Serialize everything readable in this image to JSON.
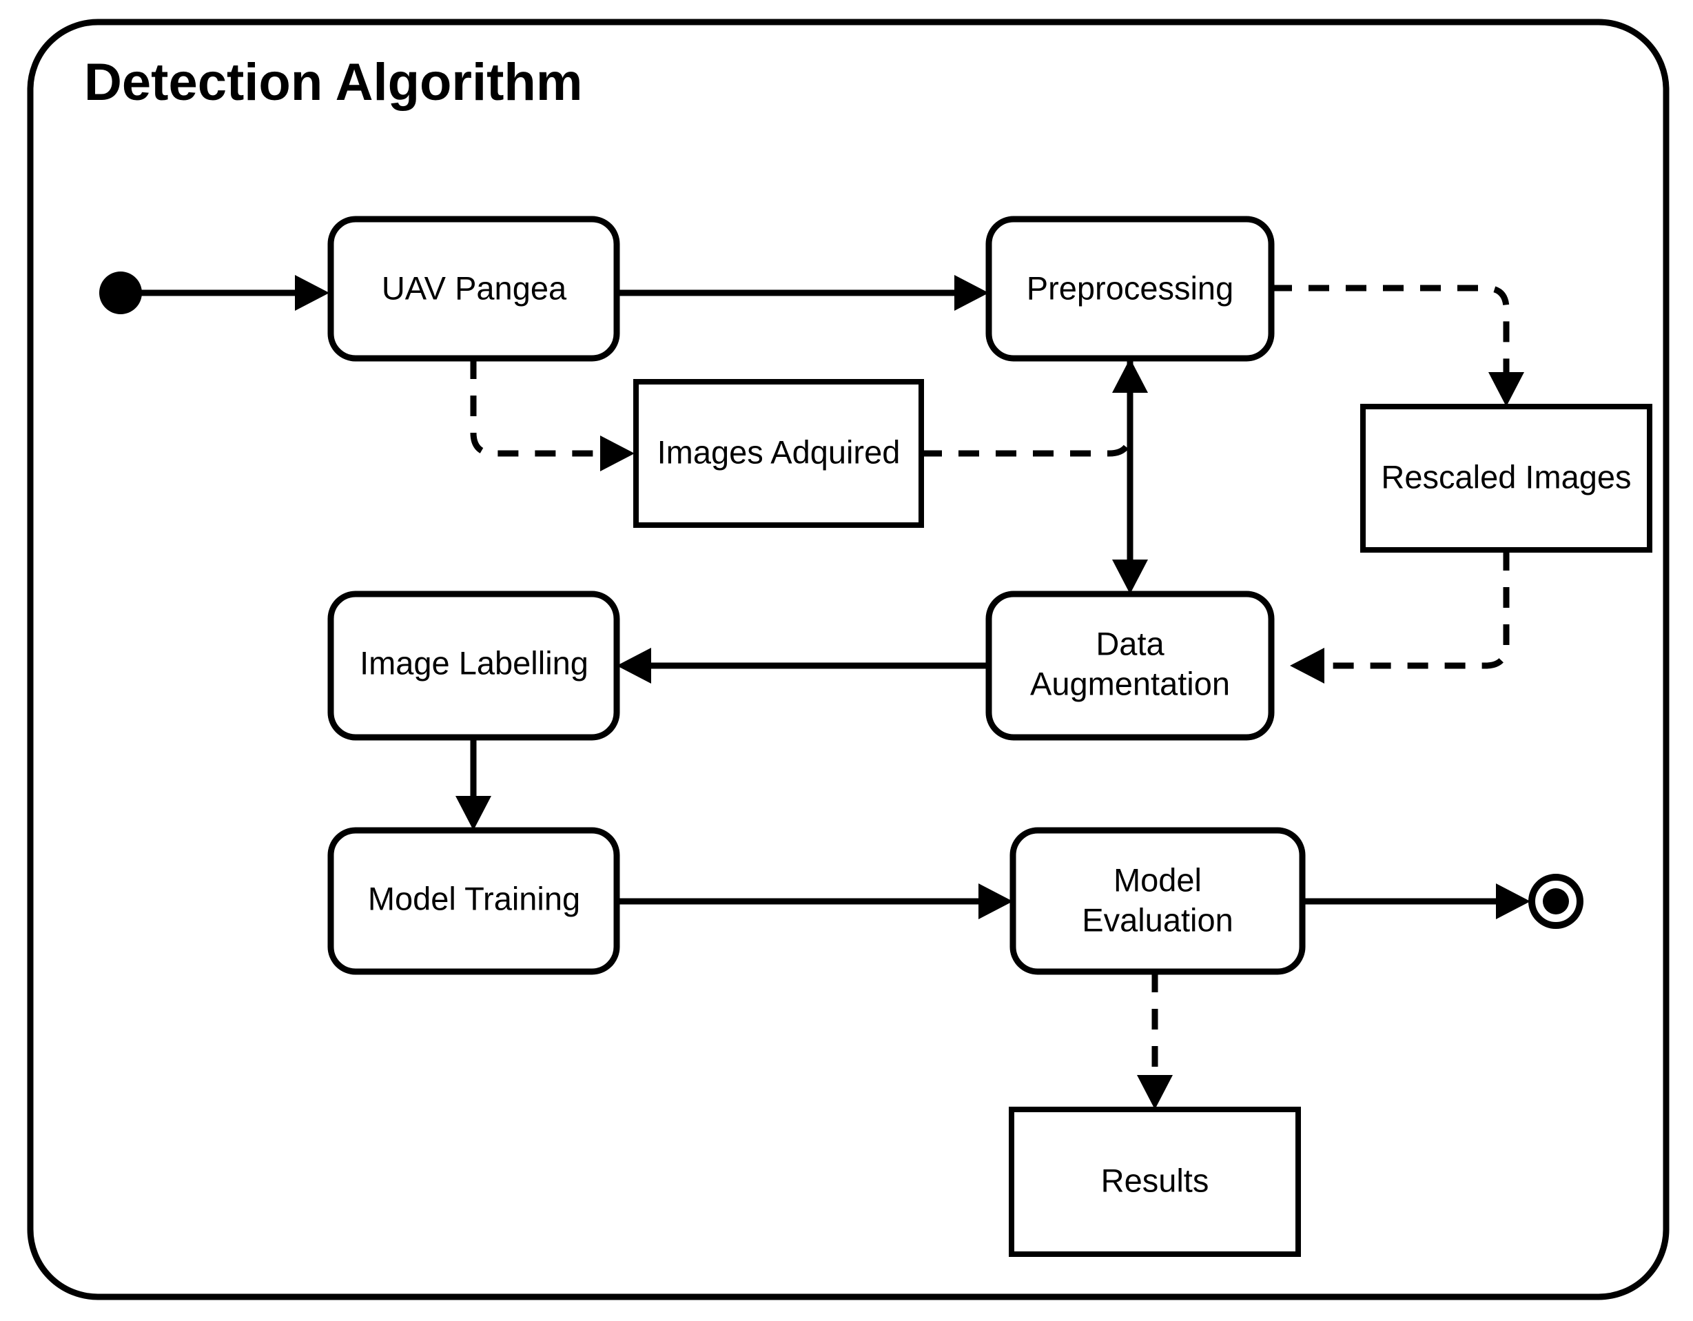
{
  "diagram": {
    "title": "Detection Algorithm",
    "type": "uml-activity-diagram",
    "background_color": "#ffffff",
    "line_color": "#000000",
    "nodes": [
      {
        "id": "start",
        "kind": "initial-node",
        "label": ""
      },
      {
        "id": "uav-pangea",
        "kind": "activity",
        "label": "UAV Pangea"
      },
      {
        "id": "preprocessing",
        "kind": "activity",
        "label": "Preprocessing"
      },
      {
        "id": "images-adquired",
        "kind": "object-node",
        "label": "Images Adquired"
      },
      {
        "id": "rescaled-images",
        "kind": "object-node",
        "label": "Rescaled Images"
      },
      {
        "id": "data-augmentation",
        "kind": "activity",
        "label_line1": "Data",
        "label_line2": "Augmentation"
      },
      {
        "id": "image-labelling",
        "kind": "activity",
        "label": "Image Labelling"
      },
      {
        "id": "model-training",
        "kind": "activity",
        "label": "Model Training"
      },
      {
        "id": "model-evaluation",
        "kind": "activity",
        "label_line1": "Model",
        "label_line2": "Evaluation"
      },
      {
        "id": "results",
        "kind": "object-node",
        "label": "Results"
      },
      {
        "id": "end",
        "kind": "final-node",
        "label": ""
      }
    ],
    "edges": [
      {
        "from": "start",
        "to": "uav-pangea",
        "style": "solid"
      },
      {
        "from": "uav-pangea",
        "to": "preprocessing",
        "style": "solid"
      },
      {
        "from": "uav-pangea",
        "to": "images-adquired",
        "style": "dashed"
      },
      {
        "from": "images-adquired",
        "to": "preprocessing",
        "style": "dashed"
      },
      {
        "from": "preprocessing",
        "to": "rescaled-images",
        "style": "dashed"
      },
      {
        "from": "preprocessing",
        "to": "data-augmentation",
        "style": "solid"
      },
      {
        "from": "rescaled-images",
        "to": "data-augmentation",
        "style": "dashed"
      },
      {
        "from": "data-augmentation",
        "to": "image-labelling",
        "style": "solid"
      },
      {
        "from": "image-labelling",
        "to": "model-training",
        "style": "solid"
      },
      {
        "from": "model-training",
        "to": "model-evaluation",
        "style": "solid"
      },
      {
        "from": "model-evaluation",
        "to": "end",
        "style": "solid"
      },
      {
        "from": "model-evaluation",
        "to": "results",
        "style": "dashed"
      }
    ]
  }
}
